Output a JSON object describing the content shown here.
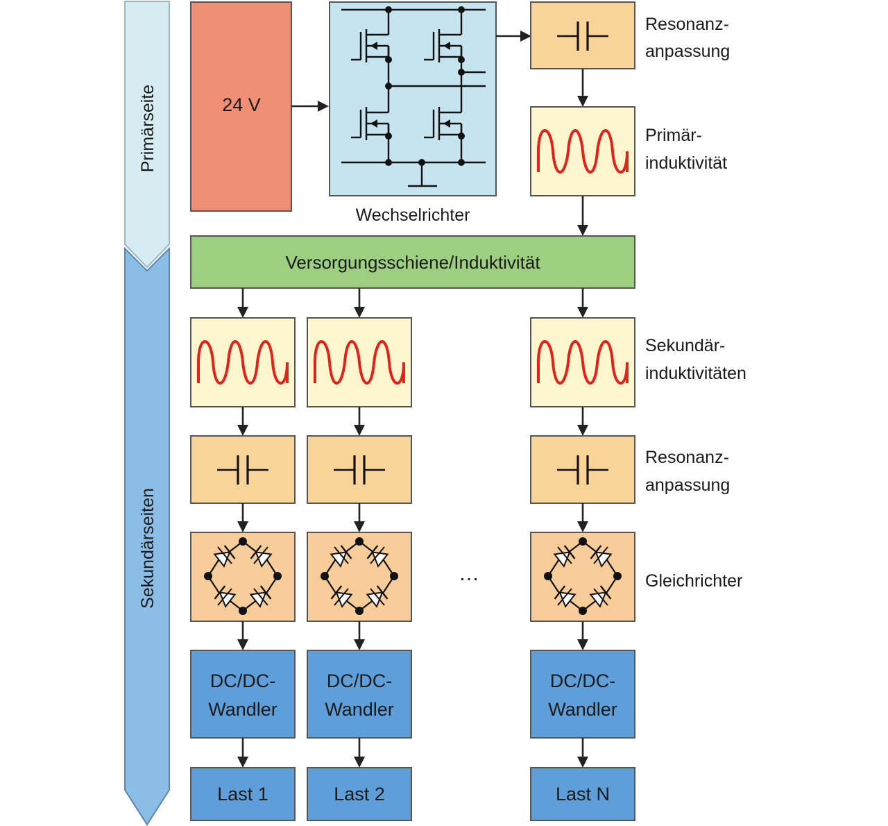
{
  "side_labels": {
    "primary": "Primärseite",
    "secondary": "Sekundärseiten"
  },
  "blocks": {
    "source": "24 V",
    "inverter": "Wechselrichter",
    "bus": "Versorgungsschiene/Induktivität",
    "converter_line1": "DC/DC-",
    "converter_line2": "Wandler",
    "loads": [
      "Last 1",
      "Last 2",
      "Last N"
    ],
    "ellipsis": "…"
  },
  "annotations": {
    "resonance_top": [
      "Resonanz-",
      "anpassung"
    ],
    "primary_inductance": [
      "Primär-",
      "induktivität"
    ],
    "secondary_inductances": [
      "Sekundär-",
      "induktivitäten"
    ],
    "resonance_secondary": [
      "Resonanz-",
      "anpassung"
    ],
    "rectifier": "Gleichrichter"
  },
  "colors": {
    "primary_arrow": "#d6ecf3",
    "secondary_arrow": "#8cbde6",
    "source": "#f08f74",
    "inverter": "#c5e4ef",
    "resonance": "#f8d49a",
    "inductance": "#fdf6cf",
    "bus": "#9ccf7f",
    "rectifier": "#f8cd9a",
    "converter": "#5f9fd9",
    "load": "#5f9fd9",
    "wave": "#e2231a"
  }
}
